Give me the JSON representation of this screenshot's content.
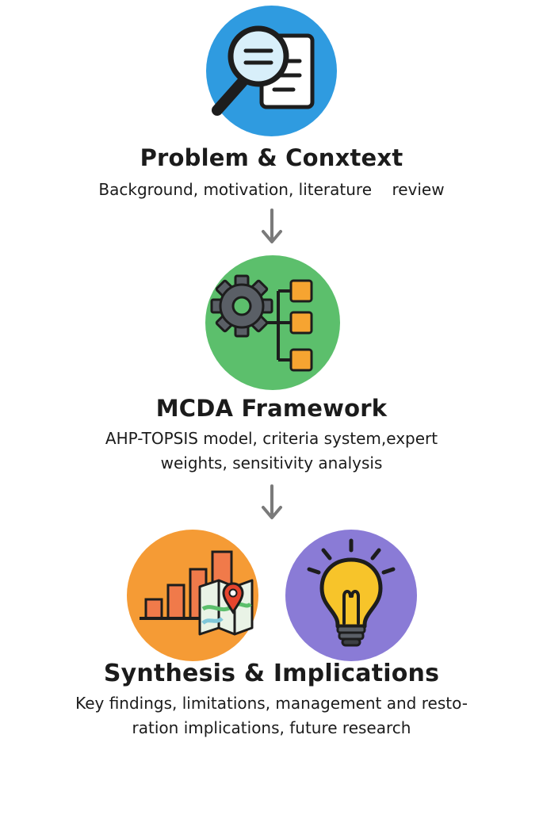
{
  "stages": [
    {
      "title": "Problem & Conxtext",
      "description_lines": [
        "Background, motivation, literature    review"
      ],
      "icon": "magnifier-document-icon",
      "circle_color": "#2f9be0"
    },
    {
      "title": "MCDA Framework",
      "description_lines": [
        "AHP-TOPSIS model, criteria system,expert",
        "weights, sensitivity analysis"
      ],
      "icon": "gear-hierarchy-icon",
      "circle_color": "#5cbf6c"
    },
    {
      "title": "Synthesis & Implications",
      "description_lines": [
        "Key findings, limitations, management and resto-",
        "ration implications, future research"
      ],
      "icons": [
        "bar-chart-map-icon",
        "lightbulb-icon"
      ],
      "circle_colors": [
        "#f59b35",
        "#8a7bd6"
      ]
    }
  ],
  "colors": {
    "arrow": "#7a7a7a",
    "orange_box": "#f6a431",
    "gear": "#5a5f66",
    "bulb": "#f7c42a"
  }
}
